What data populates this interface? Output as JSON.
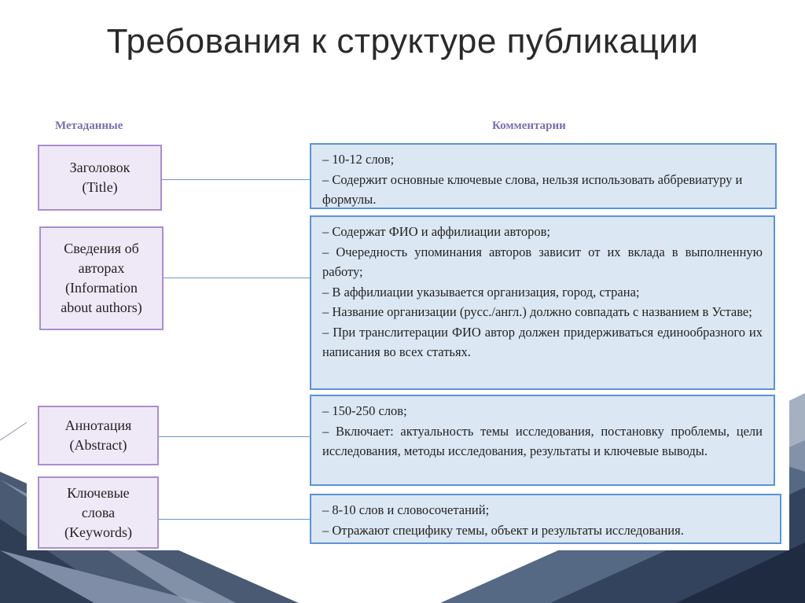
{
  "slide": {
    "title": "Требования к структуре публикации"
  },
  "table": {
    "header_left": "Метаданные",
    "header_right": "Комментарии",
    "rows": [
      {
        "meta": "Заголовок\n(Title)",
        "comments": [
          "– 10-12 слов;",
          "– Содержит основные ключевые слова, нельзя использовать аббревиатуру и формулы."
        ]
      },
      {
        "meta": "Сведения об\nавторах\n(Information\nabout authors)",
        "comments": [
          "– Содержат ФИО и аффилиации авторов;",
          "– Очередность упоминания авторов зависит от их вклада в выполненную работу;",
          "– В аффилиации указывается организация, город, страна;",
          "– Название организации (русс./англ.) должно совпадать с названием в Уставе;",
          "– При транслитерации ФИО автор должен придерживаться единообразного их написания во всех статьях."
        ]
      },
      {
        "meta": "Аннотация\n(Abstract)",
        "comments": [
          "– 150-250 слов;",
          "– Включает: актуальность темы исследования, постановку проблемы, цели исследования, методы исследования, результаты и ключевые выводы."
        ]
      },
      {
        "meta": "Ключевые\nслова\n(Keywords)",
        "comments": [
          "– 8-10 слов и словосочетаний;",
          "– Отражают специфику темы, объект и результаты исследования."
        ]
      }
    ]
  }
}
